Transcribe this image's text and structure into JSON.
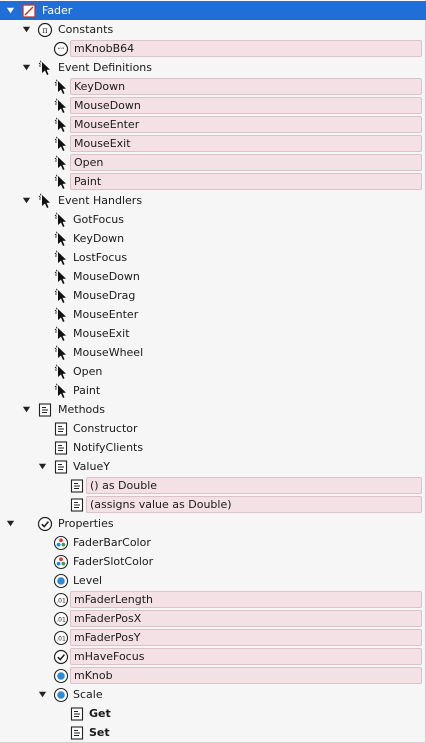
{
  "root": {
    "label": "Fader"
  },
  "constants": {
    "label": "Constants",
    "items": [
      "mKnobB64"
    ]
  },
  "event_definitions": {
    "label": "Event Definitions",
    "items": [
      "KeyDown",
      "MouseDown",
      "MouseEnter",
      "MouseExit",
      "Open",
      "Paint"
    ]
  },
  "event_handlers": {
    "label": "Event Handlers",
    "items": [
      "GotFocus",
      "KeyDown",
      "LostFocus",
      "MouseDown",
      "MouseDrag",
      "MouseEnter",
      "MouseExit",
      "MouseWheel",
      "Open",
      "Paint"
    ]
  },
  "methods": {
    "label": "Methods",
    "items": [
      "Constructor",
      "NotifyClients",
      "ValueY"
    ],
    "valuey_items": [
      "() as Double",
      "(assigns value as Double)"
    ]
  },
  "properties": {
    "label": "Properties",
    "items": [
      "FaderBarColor",
      "FaderSlotColor",
      "Level",
      "mFaderLength",
      "mFaderPosX",
      "mFaderPosY",
      "mHaveFocus",
      "mKnob",
      "Scale"
    ],
    "scale_items": [
      "Get",
      "Set"
    ]
  },
  "colors": {
    "selection": "#1f6fd6",
    "field_background": "#f4e1e5",
    "field_border": "#d9c3c8"
  },
  "icons": {
    "root": "class-icon",
    "constants": "pi-icon",
    "constant_item": "quote-icon",
    "events": "cursor-icon",
    "methods": "document-icon",
    "properties": "checkmark-icon",
    "color_property": "color-dots-icon",
    "level_property": "blue-dot-icon",
    "numeric_property": "decimal-icon"
  }
}
